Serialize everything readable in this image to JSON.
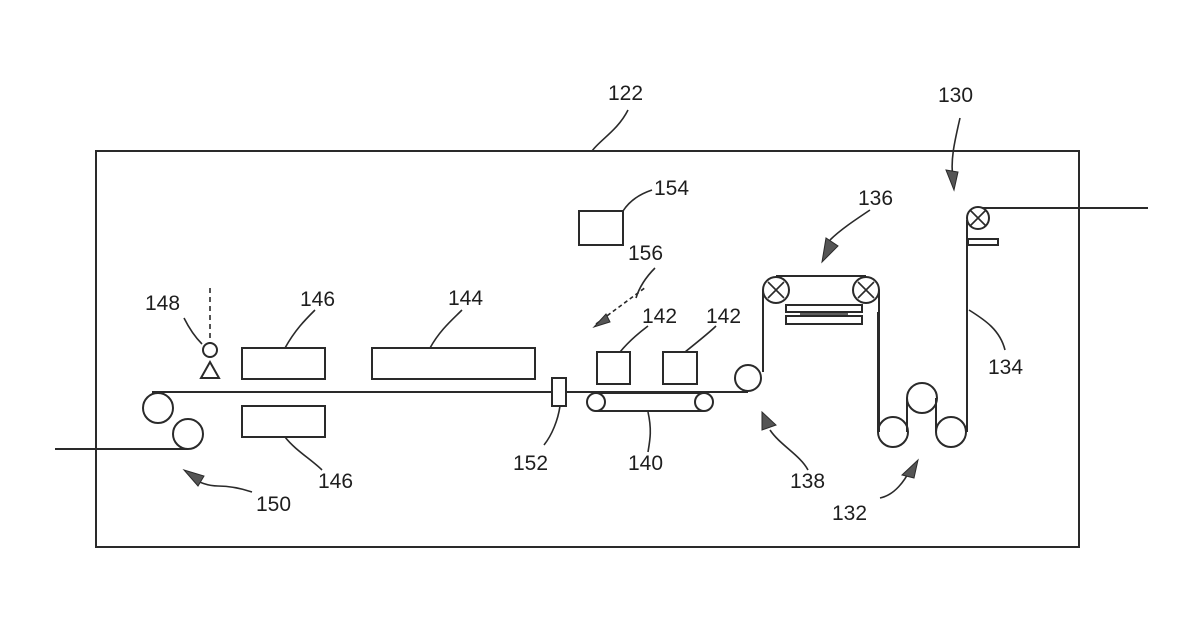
{
  "diagram": {
    "labels": {
      "enclosure": "122",
      "unwind": "130",
      "dancer": "132",
      "web": "134",
      "press": "136",
      "guide": "138",
      "conveyor": "140",
      "station_a": "142",
      "station_b": "142",
      "long_unit": "144",
      "upper_block": "146",
      "lower_block": "146",
      "sensor": "148",
      "outlet": "150",
      "clamp": "152",
      "controller": "154",
      "link": "156"
    }
  }
}
